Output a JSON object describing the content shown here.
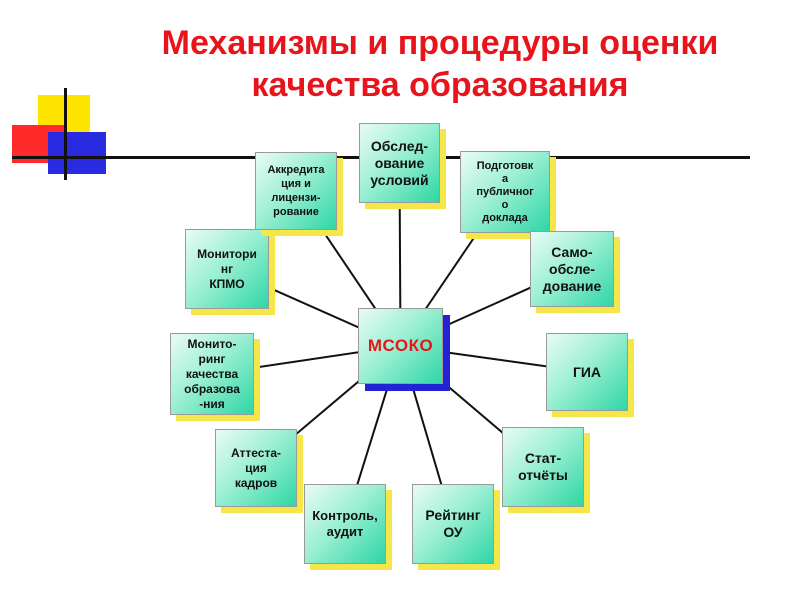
{
  "title": "Механизмы и процедуры\nоценки качества образования",
  "diagram": {
    "center": {
      "id": "msoko",
      "label": "МСОКО"
    },
    "nodes": [
      {
        "id": "obsled",
        "label": "Обслед-\nование\nусловий"
      },
      {
        "id": "podgotovka",
        "label": "Подготовк\nа\nпубличног\nо\nдоклада"
      },
      {
        "id": "samo",
        "label": "Само-\nобсле-\nдование"
      },
      {
        "id": "gia",
        "label": "ГИА"
      },
      {
        "id": "stat",
        "label": "Стат-\nотчёты"
      },
      {
        "id": "reiting",
        "label": "Рейтинг\nОУ"
      },
      {
        "id": "kontrol",
        "label": "Контроль,\nаудит"
      },
      {
        "id": "attestatsiya",
        "label": "Аттеста-\nция\nкадров"
      },
      {
        "id": "monitoring-kachestva",
        "label": "Монито-\nринг\nкачества\nобразова\n-ния"
      },
      {
        "id": "monitoring-kpmo",
        "label": "Монитори\nнг\nКПМО"
      },
      {
        "id": "akkreditatsiya",
        "label": "Аккредита\nция и\nлицензи-\nрование"
      }
    ],
    "edges": [
      [
        "msoko",
        "obsled"
      ],
      [
        "msoko",
        "podgotovka"
      ],
      [
        "msoko",
        "samo"
      ],
      [
        "msoko",
        "gia"
      ],
      [
        "msoko",
        "stat"
      ],
      [
        "msoko",
        "reiting"
      ],
      [
        "msoko",
        "kontrol"
      ],
      [
        "msoko",
        "attestatsiya"
      ],
      [
        "msoko",
        "monitoring-kachestva"
      ],
      [
        "msoko",
        "monitoring-kpmo"
      ],
      [
        "msoko",
        "akkreditatsiya"
      ]
    ]
  }
}
